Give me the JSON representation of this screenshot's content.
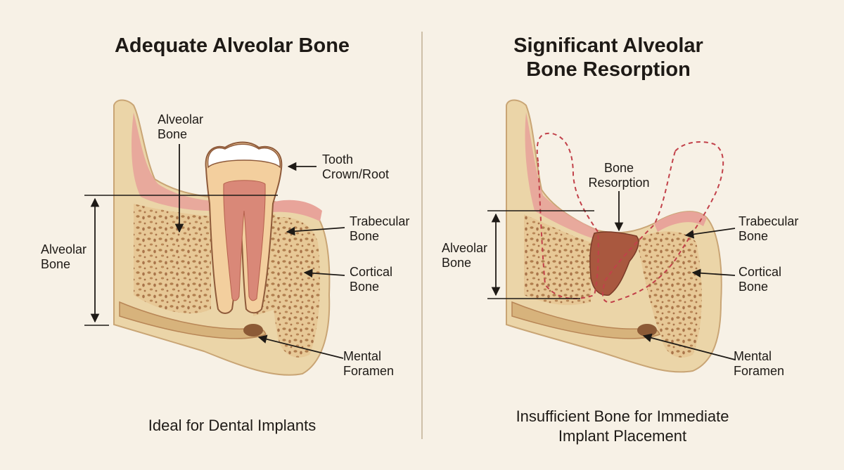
{
  "colors": {
    "background": "#f7f1e6",
    "bone": "#e9d2a4",
    "trabecular_dots": "#b07e4e",
    "gum": "#e8a49a",
    "enamel": "#ffffff",
    "dentin": "#f3cf9e",
    "pulp": "#d98878",
    "resorption": "#a9583f",
    "dashed_outline": "#c2414a"
  },
  "left_panel": {
    "title": "Adequate Alveolar Bone",
    "caption": "Ideal for Dental Implants",
    "labels": {
      "alveolar_bone_top": "Alveolar\nBone",
      "tooth": "Tooth\nCrown/Root",
      "trabecular": "Trabecular\nBone",
      "cortical": "Cortical\nBone",
      "mental_foramen": "Mental\nForamen",
      "alveolar_bone_side": "Alveolar\nBone"
    }
  },
  "right_panel": {
    "title": "Significant Alveolar\nBone Resorption",
    "caption": "Insufficient Bone for Immediate\nImplant Placement",
    "labels": {
      "bone_resorption": "Bone\nResorption",
      "trabecular": "Trabecular\nBone",
      "cortical": "Cortical\nBone",
      "mental_foramen": "Mental\nForamen",
      "alveolar_bone_side": "Alveolar\nBone"
    }
  }
}
